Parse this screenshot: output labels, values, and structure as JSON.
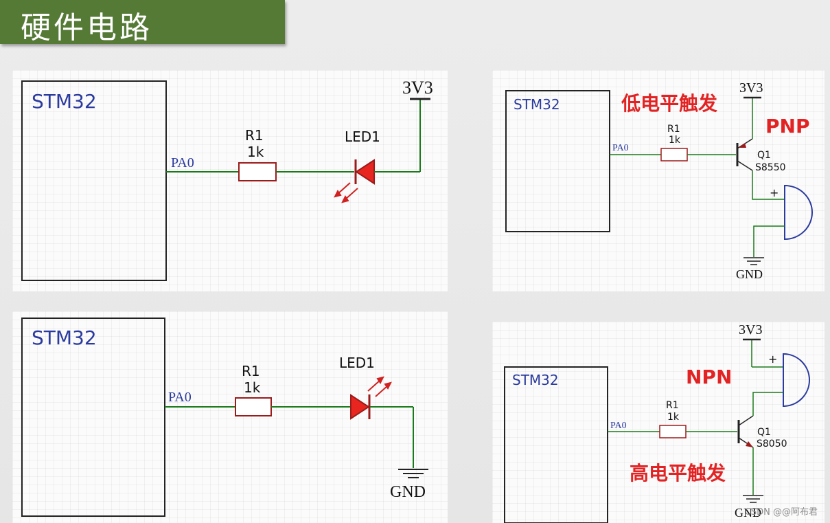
{
  "header": {
    "title": "硬件电路"
  },
  "circuits": {
    "led_sink": {
      "mcu_label": "STM32",
      "pin": "PA0",
      "resistor_ref": "R1",
      "resistor_value": "1k",
      "led_ref": "LED1",
      "power": "3V3"
    },
    "led_source": {
      "mcu_label": "STM32",
      "pin": "PA0",
      "resistor_ref": "R1",
      "resistor_value": "1k",
      "led_ref": "LED1",
      "ground": "GND"
    },
    "buzzer_pnp": {
      "mcu_label": "STM32",
      "pin": "PA0",
      "resistor_ref": "R1",
      "resistor_value": "1k",
      "transistor_ref": "Q1",
      "transistor_part": "S8550",
      "power": "3V3",
      "ground": "GND",
      "plus": "+",
      "trigger_note": "低电平触发",
      "type_note": "PNP"
    },
    "buzzer_npn": {
      "mcu_label": "STM32",
      "pin": "PA0",
      "resistor_ref": "R1",
      "resistor_value": "1k",
      "transistor_ref": "Q1",
      "transistor_part": "S8050",
      "power": "3V3",
      "ground": "GND",
      "plus": "+",
      "trigger_note": "高电平触发",
      "type_note": "NPN"
    }
  },
  "colors": {
    "header_bg": "#557a36",
    "wire": "#1a7a1a",
    "component": "#9b1b1b",
    "led_fill": "#e8261f",
    "note": "#e32323",
    "mcu_text": "#2a3a9e"
  },
  "watermark": "CSDN @@阿布君"
}
